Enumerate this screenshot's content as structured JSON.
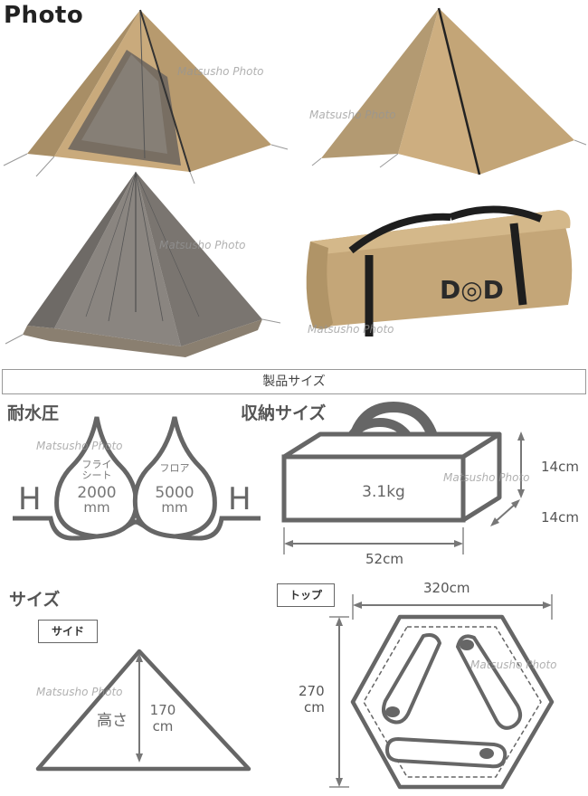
{
  "header": {
    "title": "Photo"
  },
  "watermark": "Matsusho Photo",
  "photos": [
    {
      "name": "tent-with-mesh-door"
    },
    {
      "name": "tent-closed"
    },
    {
      "name": "mesh-inner-tent"
    },
    {
      "name": "storage-bag",
      "brand": "D◎D"
    }
  ],
  "section_title": "製品サイズ",
  "water_pressure": {
    "heading": "耐水圧",
    "h_left": "H",
    "h_right": "H",
    "fly": {
      "label_line1": "フライ",
      "label_line2": "シート",
      "value": "2000",
      "unit": "mm"
    },
    "floor": {
      "label": "フロア",
      "value": "5000",
      "unit": "mm"
    }
  },
  "storage": {
    "heading": "収納サイズ",
    "weight": "3.1kg",
    "height": "14cm",
    "depth": "14cm",
    "width": "52cm"
  },
  "size": {
    "heading": "サイズ",
    "side_label": "サイド",
    "height_label": "高さ",
    "height_value": "170",
    "height_unit": "cm",
    "top_label": "トップ",
    "top_width": "320cm",
    "top_depth_value": "270",
    "top_depth_unit": "cm"
  },
  "colors": {
    "tent": "#c9aa7c",
    "line": "#666666"
  }
}
